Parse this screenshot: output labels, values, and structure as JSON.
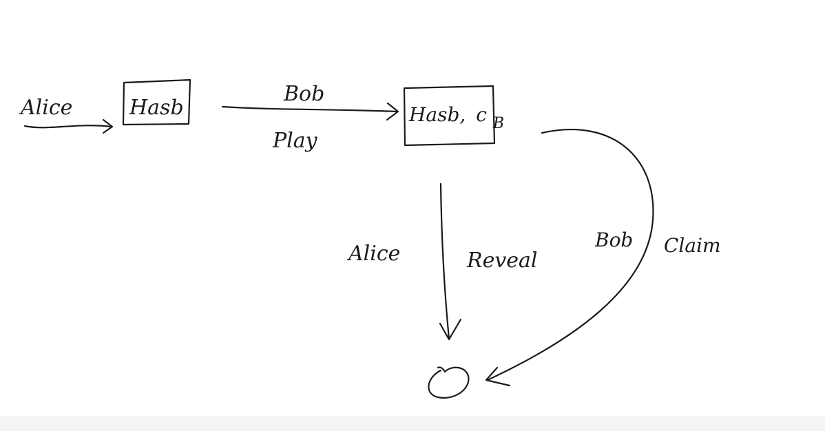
{
  "diagram": {
    "incoming_actor": "Alice",
    "state_one_label": "Hasb",
    "transition_one": {
      "actor": "Bob",
      "action": "Play"
    },
    "state_two_label": "Hasb, cB",
    "state_two_parts": {
      "main": "Hasb,",
      "var_base": "c",
      "var_sub": "B"
    },
    "transition_reveal": {
      "actor": "Alice",
      "action": "Reveal"
    },
    "transition_claim": {
      "actor": "Bob",
      "action": "Claim"
    },
    "colors": {
      "ink": "#1b1b1b",
      "background": "#ffffff"
    }
  }
}
